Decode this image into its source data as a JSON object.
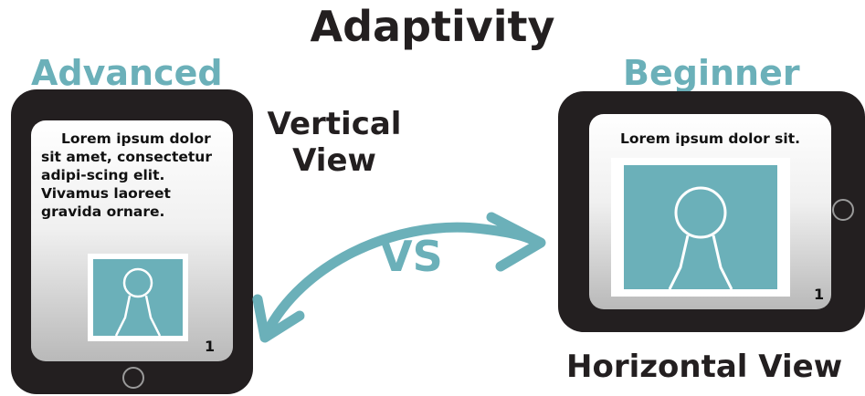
{
  "title": "Adaptivity",
  "vs_label": "VS",
  "advanced": {
    "level_label": "Advanced",
    "view_label_line1": "Vertical",
    "view_label_line2": "View",
    "paragraph": "Lorem ipsum dolor sit amet, consectetur adipi-scing elit. Vivamus laoreet gravida ornare.",
    "page_number": "1"
  },
  "beginner": {
    "level_label": "Beginner",
    "view_label": "Horizontal View",
    "paragraph": "Lorem ipsum dolor sit.",
    "page_number": "1"
  },
  "colors": {
    "accent": "#6bb0b9",
    "device": "#231f20",
    "text": "#231f20"
  },
  "icons": [
    "person-placeholder-icon",
    "home-button-icon",
    "double-arrow-icon"
  ]
}
